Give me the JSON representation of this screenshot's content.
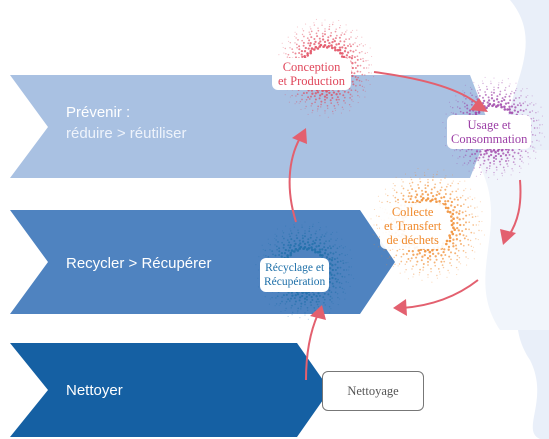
{
  "bands": [
    {
      "id": "prevenir",
      "title": "Prévenir :",
      "subtitle": "réduire > réutiliser",
      "color": "#a9c1e2"
    },
    {
      "id": "recycler",
      "title": "Recycler > Récupérer",
      "subtitle": "",
      "color": "#4f83c0"
    },
    {
      "id": "nettoyer",
      "title": "Nettoyer",
      "subtitle": "",
      "color": "#1560a3"
    }
  ],
  "nodes": [
    {
      "id": "conception",
      "lines": [
        "Conception",
        "et Production"
      ],
      "color": "#e0475b"
    },
    {
      "id": "usage",
      "lines": [
        "Usage et",
        "Consommation"
      ],
      "color": "#9c3fa6"
    },
    {
      "id": "collecte",
      "lines": [
        "Collecte",
        "et Transfert",
        "de déchets"
      ],
      "color": "#f08a2c"
    },
    {
      "id": "recyclage",
      "lines": [
        "Récyclage et",
        "Récupération"
      ],
      "color": "#1d6fa8"
    },
    {
      "id": "nettoyage",
      "lines": [
        "Nettoyage"
      ],
      "color": "#555555"
    }
  ],
  "arrow_color": "#e3606f",
  "wave_color": "#e9eff9"
}
